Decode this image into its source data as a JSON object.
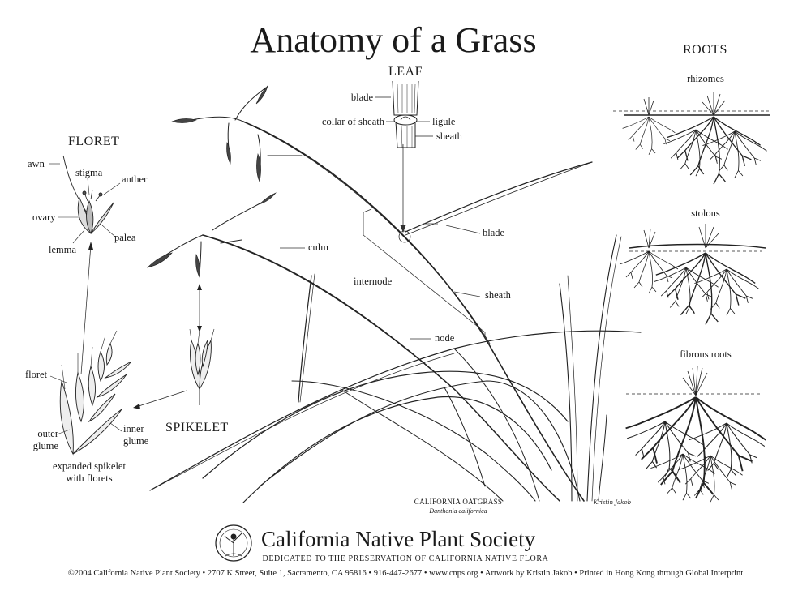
{
  "title": "Anatomy of a Grass",
  "floret": {
    "heading": "FLORET",
    "labels": {
      "awn": "awn",
      "stigma": "stigma",
      "anther": "anther",
      "ovary": "ovary",
      "palea": "palea",
      "lemma": "lemma"
    }
  },
  "expanded": {
    "labels": {
      "floret": "floret",
      "outer_glume_1": "outer",
      "outer_glume_2": "glume",
      "inner_glume_1": "inner",
      "inner_glume_2": "glume"
    },
    "caption_1": "expanded spikelet",
    "caption_2": "with florets"
  },
  "spikelet": {
    "heading": "SPIKELET"
  },
  "leaf": {
    "heading": "LEAF",
    "labels": {
      "blade": "blade",
      "collar": "collar of sheath",
      "ligule": "ligule",
      "sheath": "sheath"
    }
  },
  "plant": {
    "labels": {
      "culm": "culm",
      "internode": "internode",
      "node": "node",
      "blade": "blade",
      "sheath": "sheath"
    },
    "species_common": "CALIFORNIA OATGRASS",
    "species_latin": "Danthonia californica",
    "artist_signature": "Kristin Jakob"
  },
  "roots": {
    "heading": "ROOTS",
    "types": [
      "rhizomes",
      "stolons",
      "fibrous roots"
    ]
  },
  "footer": {
    "organization": "California Native Plant Society",
    "dedication": "DEDICATED TO THE PRESERVATION OF CALIFORNIA NATIVE FLORA",
    "credits": "©2004 California Native Plant Society • 2707 K Street, Suite 1, Sacramento, CA 95816 • 916-447-2677 • www.cnps.org • Artwork by Kristin Jakob • Printed in Hong Kong through Global Interprint"
  }
}
